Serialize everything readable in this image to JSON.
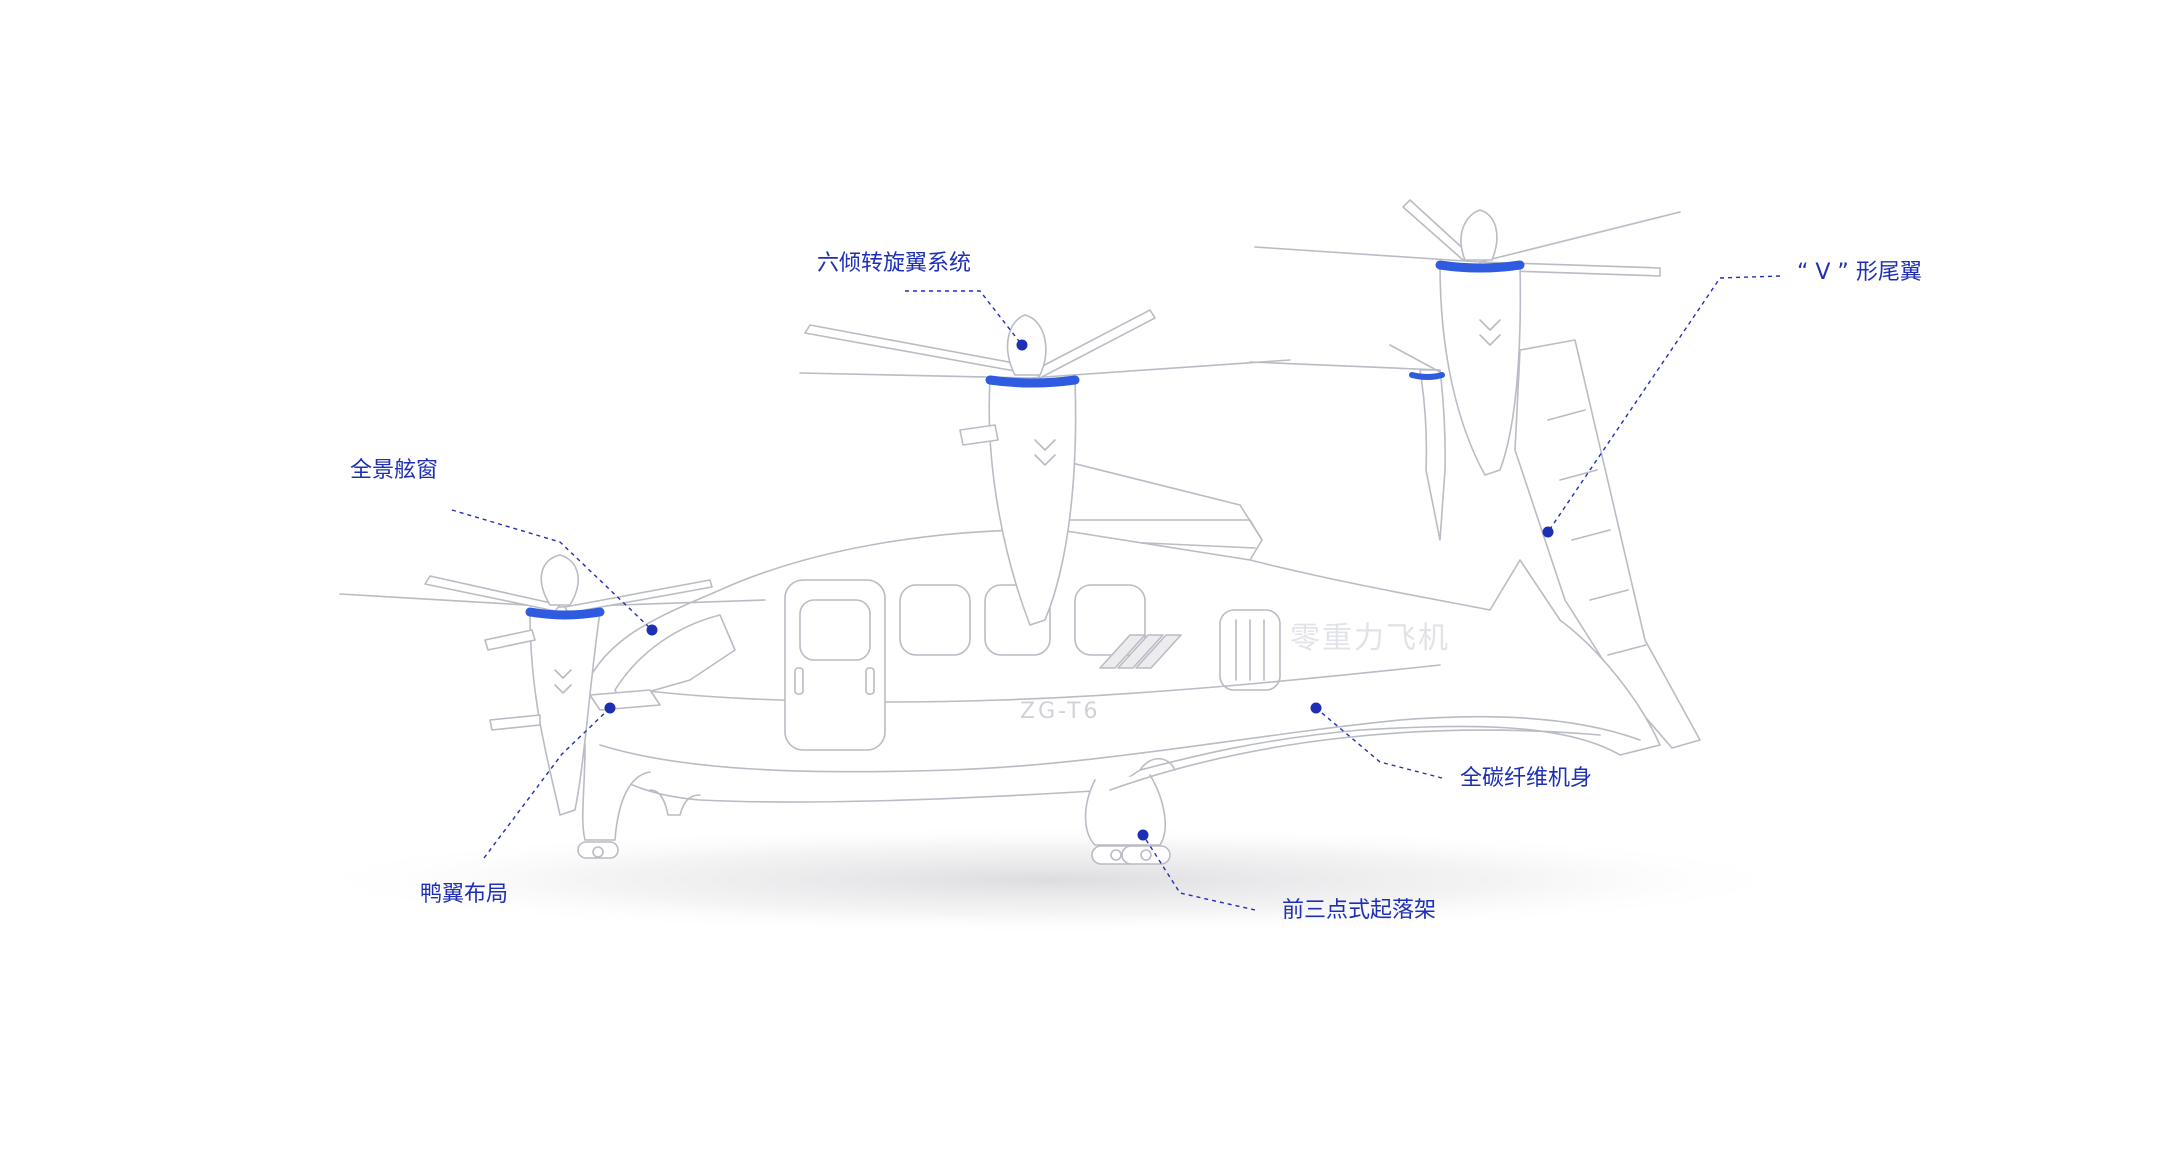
{
  "diagram": {
    "accent_color": "#1e2fb5",
    "hub_ring_color": "#2f5be0",
    "line_color": "#b9bcc4",
    "callouts": [
      {
        "id": "tilt-rotor",
        "label": "六倾转旋翼系统"
      },
      {
        "id": "v-tail",
        "label": "“ V ” 形尾翼"
      },
      {
        "id": "panoramic-window",
        "label": "全景舷窗"
      },
      {
        "id": "carbon-fuselage",
        "label": "全碳纤维机身"
      },
      {
        "id": "canard",
        "label": "鸭翼布局"
      },
      {
        "id": "landing-gear",
        "label": "前三点式起落架"
      }
    ],
    "aircraft_markings": {
      "registration": "ZG-T6",
      "brand": "零重力飞机"
    }
  }
}
